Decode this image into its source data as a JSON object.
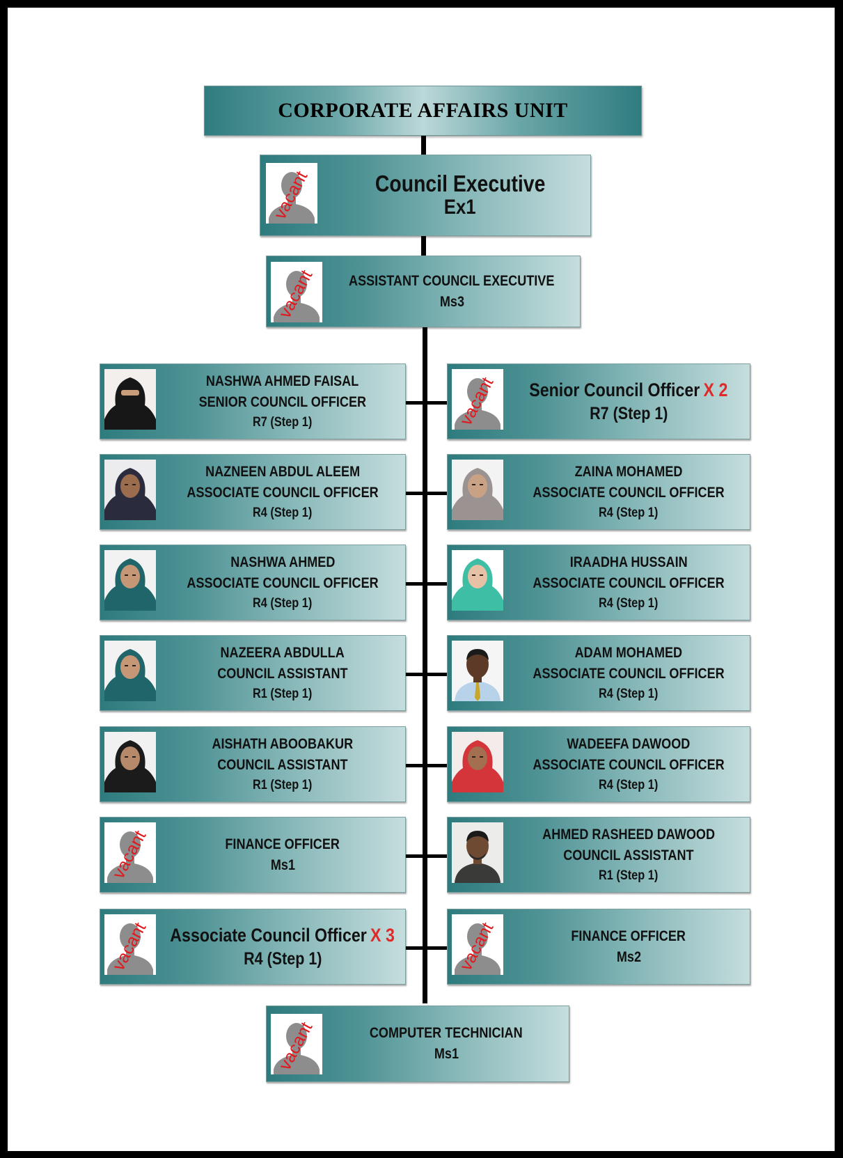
{
  "title": "CORPORATE AFFAIRS UNIT",
  "vacant_label": "vacant",
  "colors": {
    "box_dark": "#2e7b7e",
    "box_light": "#c5dddd",
    "multiplier": "#e02a2a",
    "connector": "#000000"
  },
  "positions": {
    "council_executive": {
      "lines": [
        "Council Executive",
        "Ex1"
      ],
      "photo": "vacant"
    },
    "assistant_council_executive": {
      "lines": [
        "ASSISTANT COUNCIL EXECUTIVE",
        "Ms3"
      ],
      "photo": "vacant"
    },
    "left": [
      {
        "lines": [
          "NASHWA AHMED FAISAL",
          "SENIOR COUNCIL OFFICER",
          "R7 (Step 1)"
        ],
        "photo": "person",
        "attire": "black niqab"
      },
      {
        "lines": [
          "NAZNEEN ABDUL ALEEM",
          "ASSOCIATE COUNCIL OFFICER",
          "R4 (Step 1)"
        ],
        "photo": "person",
        "attire": "dark hijab"
      },
      {
        "lines": [
          "NASHWA AHMED",
          "ASSOCIATE COUNCIL OFFICER",
          "R4 (Step 1)"
        ],
        "photo": "person",
        "attire": "teal hijab"
      },
      {
        "lines": [
          "NAZEERA ABDULLA",
          "COUNCIL ASSISTANT",
          "R1 (Step 1)"
        ],
        "photo": "person",
        "attire": "teal hijab"
      },
      {
        "lines": [
          "AISHATH ABOOBAKUR",
          "COUNCIL ASSISTANT",
          "R1 (Step 1)"
        ],
        "photo": "person",
        "attire": "black hijab"
      },
      {
        "lines": [
          "FINANCE OFFICER",
          "Ms1"
        ],
        "photo": "vacant"
      },
      {
        "lines": [
          "Associate Council Officer",
          "R4 (Step 1)"
        ],
        "multiplier": "X 3",
        "photo": "vacant"
      }
    ],
    "right": [
      {
        "lines": [
          "Senior Council Officer",
          "R7 (Step 1)"
        ],
        "multiplier": "X 2",
        "photo": "vacant"
      },
      {
        "lines": [
          "ZAINA MOHAMED",
          "ASSOCIATE COUNCIL OFFICER",
          "R4 (Step 1)"
        ],
        "photo": "person",
        "attire": "grey hijab"
      },
      {
        "lines": [
          "IRAADHA HUSSAIN",
          "ASSOCIATE COUNCIL OFFICER",
          "R4 (Step 1)"
        ],
        "photo": "person",
        "attire": "mint hijab"
      },
      {
        "lines": [
          "ADAM MOHAMED",
          "ASSOCIATE COUNCIL OFFICER",
          "R4 (Step 1)"
        ],
        "photo": "person",
        "attire": "striped shirt"
      },
      {
        "lines": [
          "WADEEFA DAWOOD",
          "ASSOCIATE COUNCIL OFFICER",
          "R4 (Step 1)"
        ],
        "photo": "person",
        "attire": "red hijab"
      },
      {
        "lines": [
          "AHMED RASHEED DAWOOD",
          "COUNCIL ASSISTANT",
          "R1 (Step 1)"
        ],
        "photo": "person",
        "attire": "dark shirt"
      },
      {
        "lines": [
          "FINANCE OFFICER",
          "Ms2"
        ],
        "photo": "vacant"
      }
    ],
    "computer_technician": {
      "lines": [
        "COMPUTER TECHNICIAN",
        "Ms1"
      ],
      "photo": "vacant"
    }
  }
}
